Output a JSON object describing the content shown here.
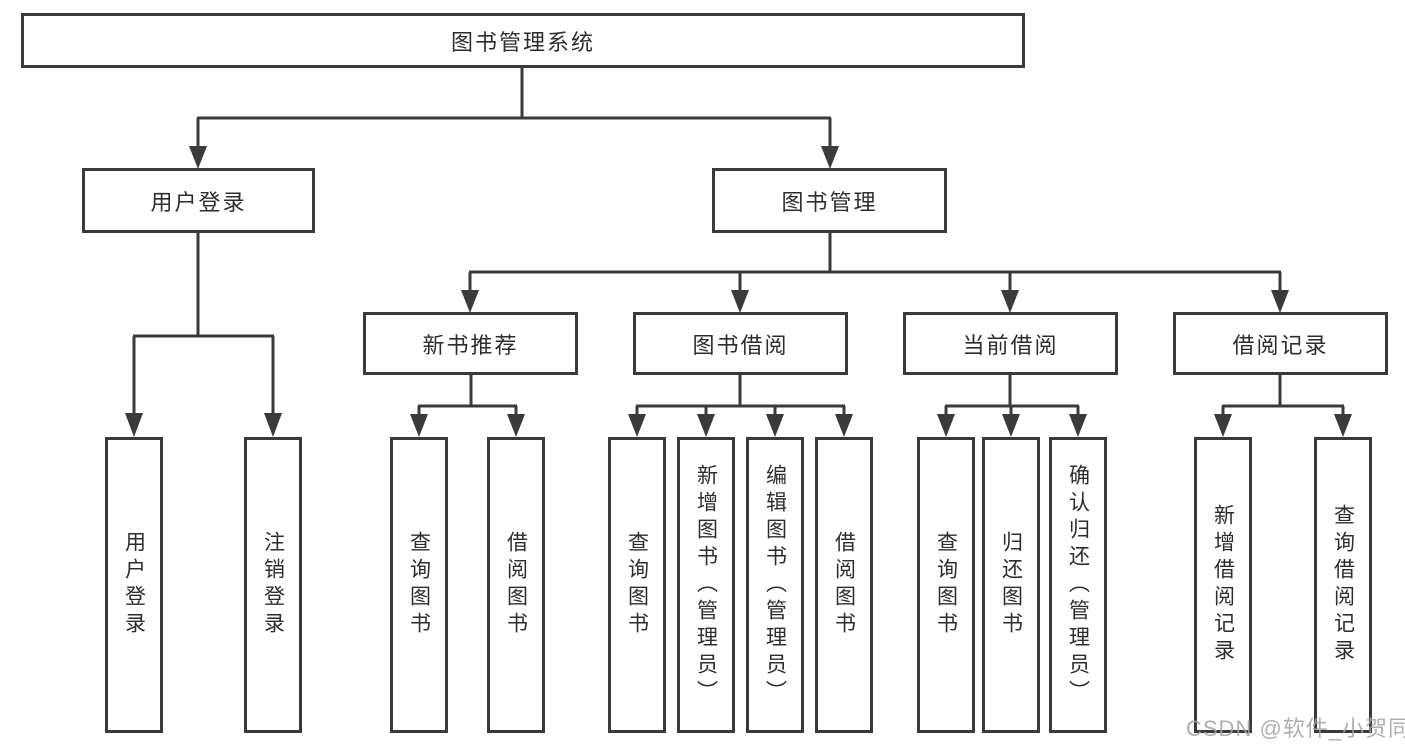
{
  "root": {
    "label": "图书管理系统"
  },
  "branches": {
    "user_login": {
      "label": "用户登录",
      "children": [
        "用户登录",
        "注销登录"
      ]
    },
    "book_mgmt": {
      "label": "图书管理",
      "sections": [
        {
          "label": "新书推荐",
          "children": [
            "查询图书",
            "借阅图书"
          ]
        },
        {
          "label": "图书借阅",
          "children": [
            "查询图书",
            "新增图书（管理员）",
            "编辑图书（管理员）",
            "借阅图书"
          ]
        },
        {
          "label": "当前借阅",
          "children": [
            "查询图书",
            "归还图书",
            "确认归还（管理员）"
          ]
        },
        {
          "label": "借阅记录",
          "children": [
            "新增借阅记录",
            "查询借阅记录"
          ]
        }
      ]
    }
  },
  "watermark": "CSDN @软件_小贺同学",
  "colors": {
    "line": "#3a3a3a",
    "text": "#2d2d2d",
    "watermark": "#a2a2a8",
    "background": "#ffffff"
  }
}
